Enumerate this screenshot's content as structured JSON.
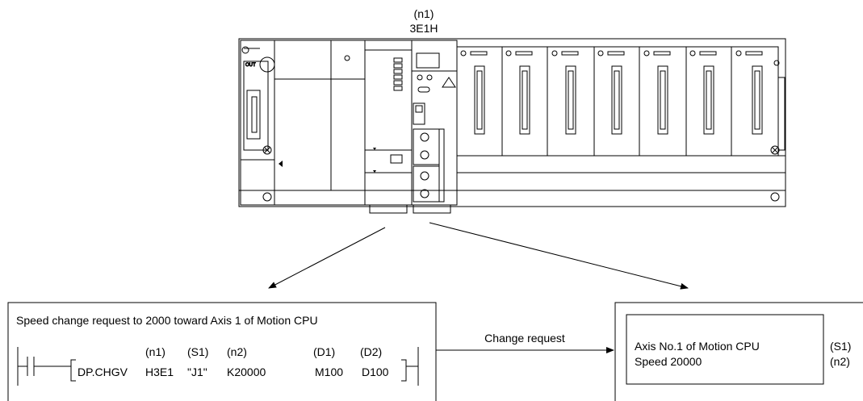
{
  "module_id": {
    "parameter": "(n1)",
    "address": "3E1H"
  },
  "plc_rack": {
    "out_label": "OUT"
  },
  "program_box": {
    "title": "Speed change request to 2000 toward Axis 1 of Motion CPU",
    "instruction": "DP.CHGV",
    "operands": [
      {
        "parameter": "(n1)",
        "value": "H3E1"
      },
      {
        "parameter": "(S1)",
        "value": "\"J1\""
      },
      {
        "parameter": "(n2)",
        "value": "K20000"
      },
      {
        "parameter": "(D1)",
        "value": "M100"
      },
      {
        "parameter": "(D2)",
        "value": "D100"
      }
    ]
  },
  "flow": {
    "label": "Change request"
  },
  "motion_box": {
    "line1": "Axis No.1 of Motion CPU",
    "line2": "Speed 20000",
    "param1": "(S1)",
    "param2": "(n2)"
  }
}
